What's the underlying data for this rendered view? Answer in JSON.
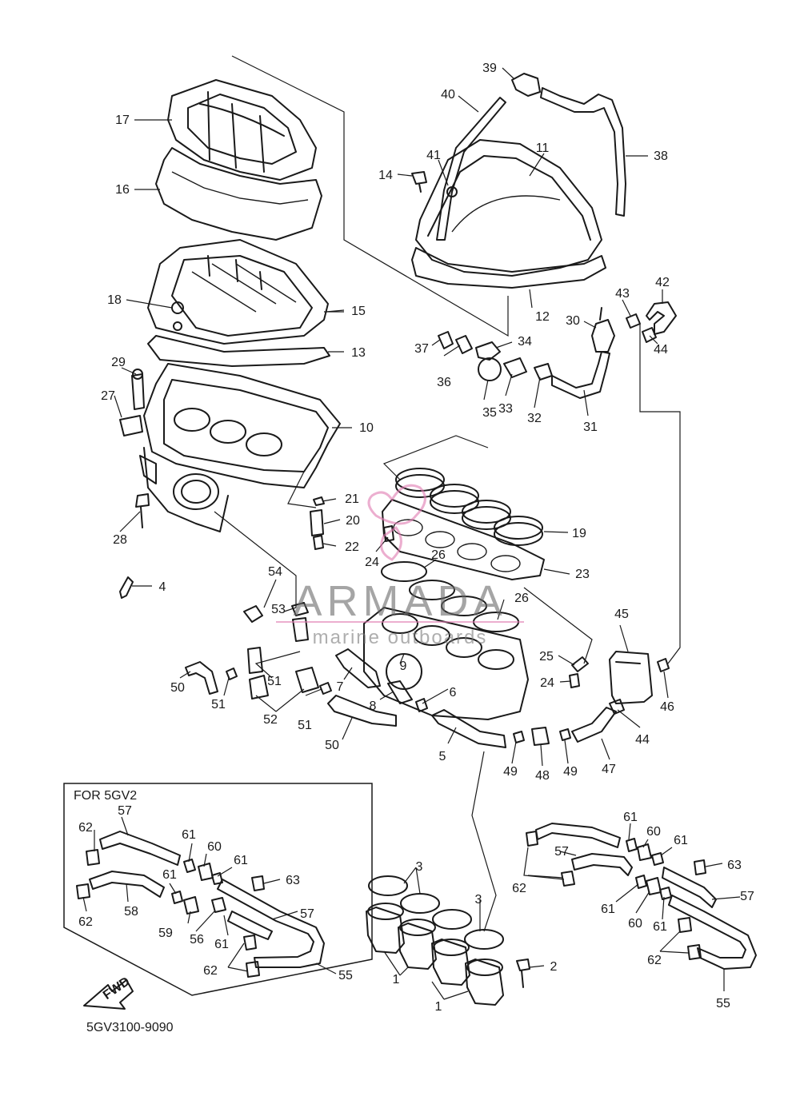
{
  "diagram": {
    "box_title": "FOR 5GV2",
    "fwd_label": "FWD",
    "drawing_code": "5GV3100-9090",
    "watermark": {
      "brand": "ARMADA",
      "tagline": "marine outboards"
    },
    "callouts": [
      "17",
      "16",
      "18",
      "15",
      "13",
      "29",
      "27",
      "10",
      "28",
      "4",
      "39",
      "40",
      "11",
      "38",
      "41",
      "14",
      "12",
      "42",
      "43",
      "30",
      "44",
      "34",
      "37",
      "36",
      "35",
      "33",
      "32",
      "31",
      "21",
      "20",
      "22",
      "24",
      "19",
      "26",
      "23",
      "54",
      "53",
      "26",
      "45",
      "25",
      "24",
      "46",
      "50",
      "51",
      "51",
      "52",
      "7",
      "9",
      "8",
      "6",
      "51",
      "50",
      "5",
      "44",
      "49",
      "48",
      "49",
      "47",
      "62",
      "57",
      "61",
      "60",
      "61",
      "61",
      "59",
      "63",
      "58",
      "62",
      "56",
      "61",
      "57",
      "62",
      "55",
      "3",
      "3",
      "1",
      "1",
      "2",
      "61",
      "60",
      "61",
      "57",
      "63",
      "62",
      "61",
      "60",
      "61",
      "57",
      "62",
      "55"
    ]
  }
}
